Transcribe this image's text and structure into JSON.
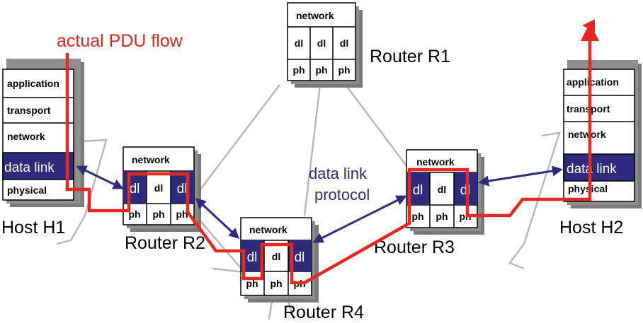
{
  "flow_label": "actual PDU flow",
  "protocol_label": {
    "line1": "data link",
    "line2": "protocol"
  },
  "layers": {
    "application": "application",
    "transport": "transport",
    "network": "network",
    "data_link": "data link",
    "physical": "physical",
    "dl": "dl",
    "ph": "ph"
  },
  "nodes": {
    "host_h1": "Host H1",
    "host_h2": "Host H2",
    "router_r1": "Router R1",
    "router_r2": "Router R2",
    "router_r3": "Router R3",
    "router_r4": "Router R4"
  },
  "colors": {
    "flow": "#e8281e",
    "datalink_fill": "#2e2a7c",
    "protocol_text": "#2e2a7c",
    "link_gray": "#b8b8b8",
    "shadow": "#7a7a7a"
  }
}
